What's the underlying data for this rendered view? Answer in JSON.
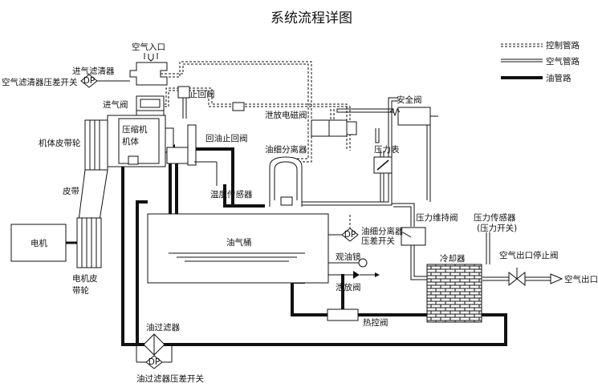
{
  "title": "系统流程详图",
  "legend": {
    "control": "控制管路",
    "air": "空气管路",
    "oil": "油管路"
  },
  "labels": {
    "air_inlet": "空气入口",
    "intake_filter": "进气滤清器",
    "air_filter_dp_switch": "空气滤清器压差开关",
    "dp": "DP",
    "intake_valve": "进气阀",
    "check_valve": "止回阀",
    "bleed_solenoid": "泄放电磁阀",
    "safety_valve": "安全阀",
    "compressor_body_1": "压缩机",
    "compressor_body_2": "机体",
    "body_pulley": "机体皮带轮",
    "oil_return_check": "回油止回阀",
    "oil_separator": "油细分离器",
    "pressure_gauge": "压力表",
    "belt": "皮带",
    "temp_sensor": "温度传感器",
    "min_pressure_valve": "压力维持阀",
    "pressure_sensor_1": "压力传感器",
    "pressure_sensor_2": "(压力开关)",
    "motor": "电机",
    "oil_gas_tank": "油气桶",
    "sep_dp_1": "油细分离器",
    "sep_dp_2": "压差开关",
    "sight_glass": "观油镜",
    "drain_valve": "泄放阀",
    "cooler": "冷却器",
    "outlet_stop_valve": "空气出口停止阀",
    "air_outlet": "空气出口",
    "motor_pulley_1": "电机皮",
    "motor_pulley_2": "带轮",
    "oil_filter": "油过滤器",
    "thermo_valve": "热控阀",
    "oil_filter_dp_switch": "油过滤器压差开关"
  }
}
